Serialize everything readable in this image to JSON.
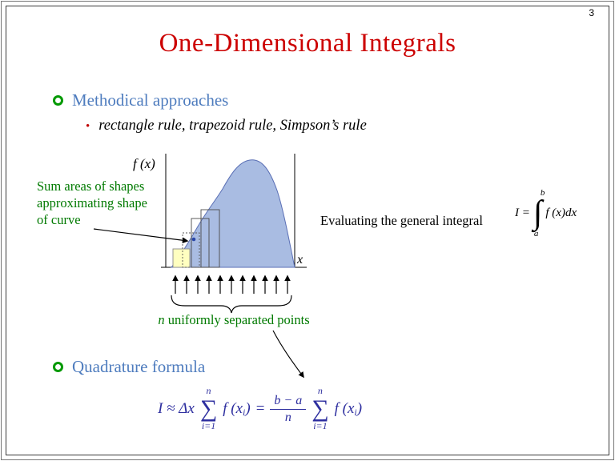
{
  "page_number": "3",
  "title": "One-Dimensional Integrals",
  "colors": {
    "title_red": "#CC0000",
    "heading_blue": "#4E7CBE",
    "bullet_green": "#009900",
    "note_green": "#007A00",
    "formula_navy": "#2D2E9F",
    "curve_fill": "#A9BCE2",
    "curve_stroke": "#5A6FB5",
    "rect_yellow": "#FFFFC0"
  },
  "bullet1": {
    "label": "Methodical approaches",
    "marker": "•",
    "sub": "rectangle rule, trapezoid rule, Simpson’s rule"
  },
  "bullet2": {
    "label": "Quadrature formula"
  },
  "diagram": {
    "fx_label": "f (x)",
    "x_label": "x",
    "note_lines": [
      "Sum areas of shapes",
      "approximating shape",
      "of curve"
    ],
    "points_label_n": "n",
    "points_label_rest": " uniformly separated points"
  },
  "general_integral": {
    "lead": "Evaluating the general integral",
    "lhs": "I =",
    "integral_sign": "∫",
    "upper_limit": "b",
    "lower_limit": "a",
    "integrand": "f (x)dx"
  },
  "quadrature": {
    "lhs": "I ≈ Δx",
    "sigma": "∑",
    "sum_upper": "n",
    "sum_lower": "i=1",
    "term_pre": "f (x",
    "term_sub": "i",
    "term_post": ")",
    "equals": "=",
    "frac_num": "b − a",
    "frac_den": "n"
  }
}
